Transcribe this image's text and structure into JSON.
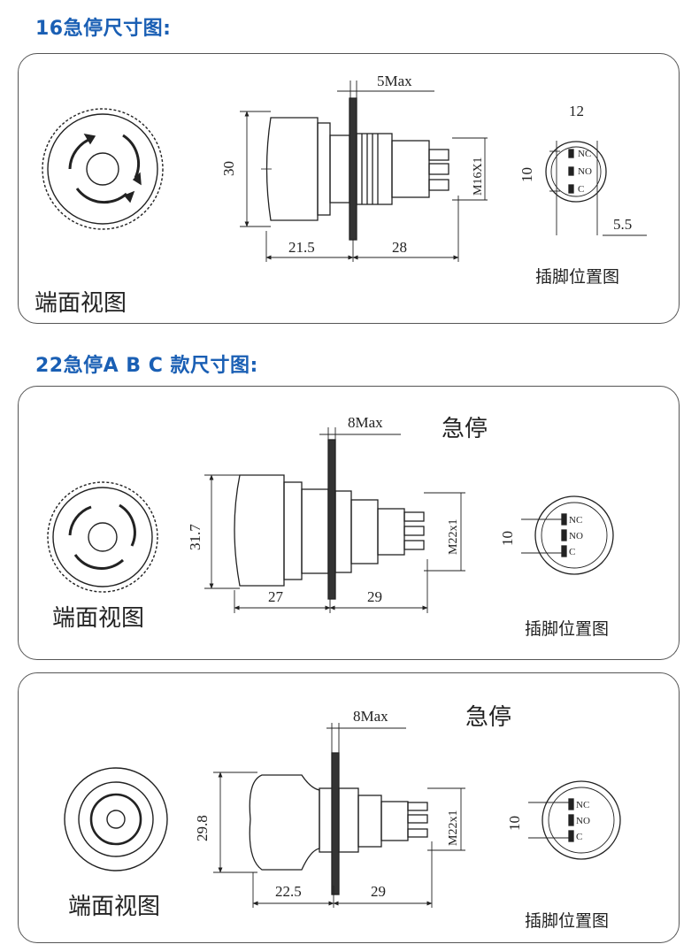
{
  "headings": {
    "h16": "16急停尺寸图:",
    "h22": "22急停A B C 款尺寸图:"
  },
  "panel1": {
    "end_view_label": "端面视图",
    "pin_label": "插脚位置图",
    "dims": {
      "max": "5Max",
      "height": "30",
      "d1": "21.5",
      "d2": "28",
      "thread": "M16X1",
      "pin_w": "12",
      "pin_h": "10",
      "pin_off": "5.5"
    },
    "pins": [
      "NC",
      "NO",
      "C"
    ]
  },
  "panel2": {
    "title": "急停",
    "end_view_label": "端面视图",
    "pin_label": "插脚位置图",
    "dims": {
      "max": "8Max",
      "height": "31.7",
      "d1": "27",
      "d2": "29",
      "thread": "M22x1",
      "pin_h": "10"
    },
    "pins": [
      "NC",
      "NO",
      "C"
    ]
  },
  "panel3": {
    "title": "急停",
    "end_view_label": "端面视图",
    "pin_label": "插脚位置图",
    "dims": {
      "max": "8Max",
      "height": "29.8",
      "d1": "22.5",
      "d2": "29",
      "thread": "M22x1",
      "pin_h": "10"
    },
    "pins": [
      "NC",
      "NO",
      "C"
    ]
  }
}
